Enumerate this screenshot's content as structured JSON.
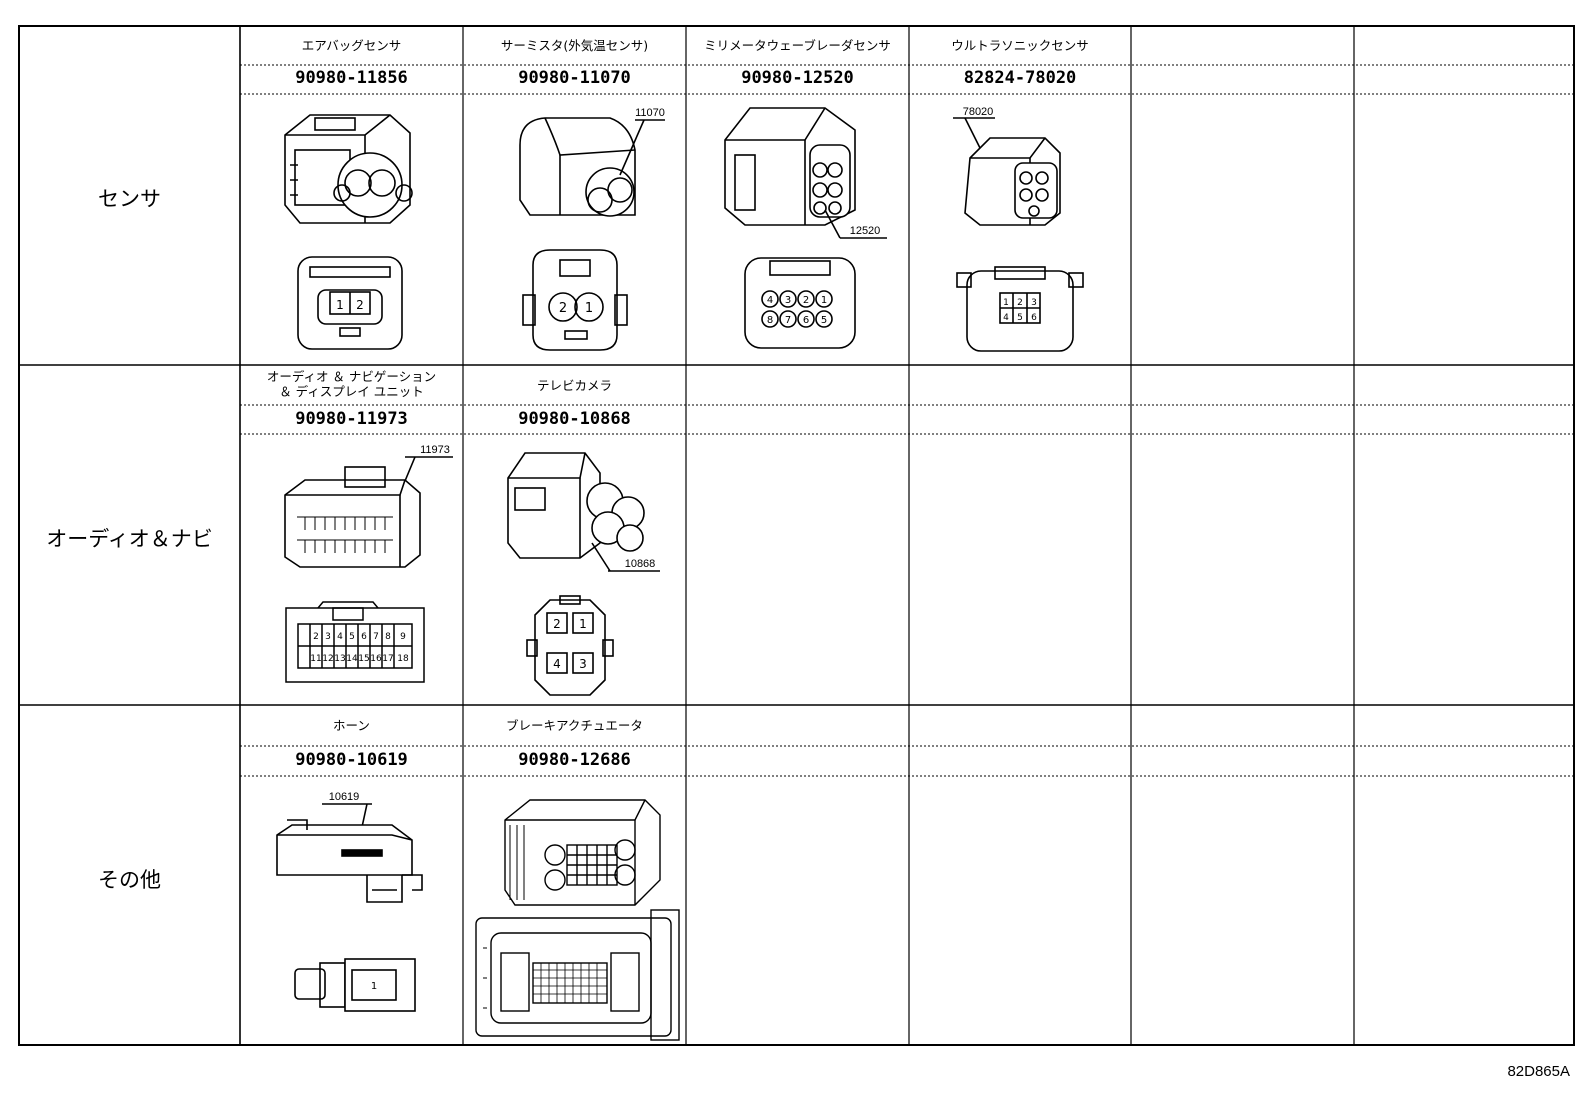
{
  "categories": [
    {
      "label": "センサ"
    },
    {
      "label": "オーディオ＆ナビ"
    },
    {
      "label": "その他"
    }
  ],
  "row1": {
    "names": [
      "エアバッグセンサ",
      "サーミスタ(外気温センサ)",
      "ミリメータウェーブレーダセンサ",
      "ウルトラソニックセンサ",
      "",
      ""
    ],
    "parts": [
      "90980-11856",
      "90980-11070",
      "90980-12520",
      "82824-78020",
      "",
      ""
    ]
  },
  "row2": {
    "names": [
      "オーディオ ＆ ナビゲーション",
      "テレビカメラ",
      "",
      "",
      "",
      ""
    ],
    "names_line2": "＆ ディスプレイ ユニット",
    "parts": [
      "90980-11973",
      "90980-10868",
      "",
      "",
      "",
      ""
    ]
  },
  "row3": {
    "names": [
      "ホーン",
      "ブレーキアクチュエータ",
      "",
      "",
      "",
      ""
    ],
    "parts": [
      "90980-10619",
      "90980-12686",
      "",
      "",
      "",
      ""
    ]
  },
  "callouts": {
    "c11070": "11070",
    "c12520": "12520",
    "c78020": "78020",
    "c11973": "11973",
    "c10868": "10868",
    "c10619": "10619"
  },
  "pins": {
    "airbag": [
      "1",
      "2"
    ],
    "thermistor": [
      "2",
      "1"
    ],
    "radar_top": [
      "4",
      "3",
      "2",
      "1"
    ],
    "radar_bottom": [
      "8",
      "7",
      "6",
      "5"
    ],
    "ultra": [
      "1",
      "2",
      "3",
      "4",
      "5",
      "6"
    ],
    "audio_top": [
      "2",
      "3",
      "4",
      "5",
      "6",
      "7",
      "8",
      "9"
    ],
    "audio_bottom": [
      "11",
      "12",
      "13",
      "14",
      "15",
      "16",
      "17",
      "18"
    ],
    "camera": [
      "2",
      "1",
      "4",
      "3"
    ],
    "horn": [
      "1"
    ]
  },
  "diagram_code": "82D865A",
  "colors": {
    "line": "#000000",
    "background": "#ffffff"
  }
}
